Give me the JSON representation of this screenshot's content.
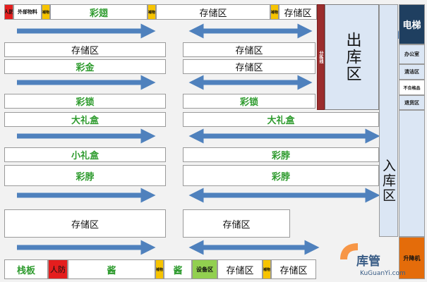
{
  "colors": {
    "arrow": "#4f81bd",
    "green_text": "#2e9b2e",
    "red_zone": "#e41e1e",
    "yellow_zone": "#f7c400",
    "divider": "#9b2d2d",
    "equipment_zone": "#92d050",
    "navy_panel": "#1f3f60",
    "orange_panel": "#e46c0a"
  },
  "top_row": {
    "left_red": "人防",
    "external_materials": "外部物料",
    "fill_1": "補物",
    "colorful_wings": "彩翅",
    "fill_2": "補物",
    "storage_1": "存储区",
    "fill_3": "補物",
    "storage_2": "存储区"
  },
  "rows": {
    "r1_left": "存储区",
    "r1_right": "存储区",
    "r2_left": "彩金",
    "r2_right": "存储区",
    "r3_left": "彩锁",
    "r3_right": "彩锁",
    "r4_left": "大礼盒",
    "r4_right": "大礼盒",
    "r5_left": "小礼盒",
    "r5_right": "彩脖",
    "r6_left": "彩脖",
    "r6_right": "彩脖",
    "r7_left": "存储区",
    "r7_right": "存储区"
  },
  "zones": {
    "sorting_line": "分拣线",
    "outbound": "出库区",
    "inbound": "入库区"
  },
  "sidebar": {
    "elevator": "电梯",
    "office": "办公室",
    "cleaning": "清洁区",
    "nonconforming": "不合格品",
    "return": "退货区",
    "lift_truck": "升降机"
  },
  "bottom_row": {
    "pallet": "栈板",
    "civil_defense": "人防",
    "eq_left": "酱",
    "fill_1": "補物",
    "eq_right": "酱",
    "equipment": "设备区",
    "storage_1": "存储区",
    "fill_2": "補物",
    "storage_2": "存储区"
  },
  "watermark": {
    "logo": "库管",
    "site": "KuGuanYi.com"
  }
}
